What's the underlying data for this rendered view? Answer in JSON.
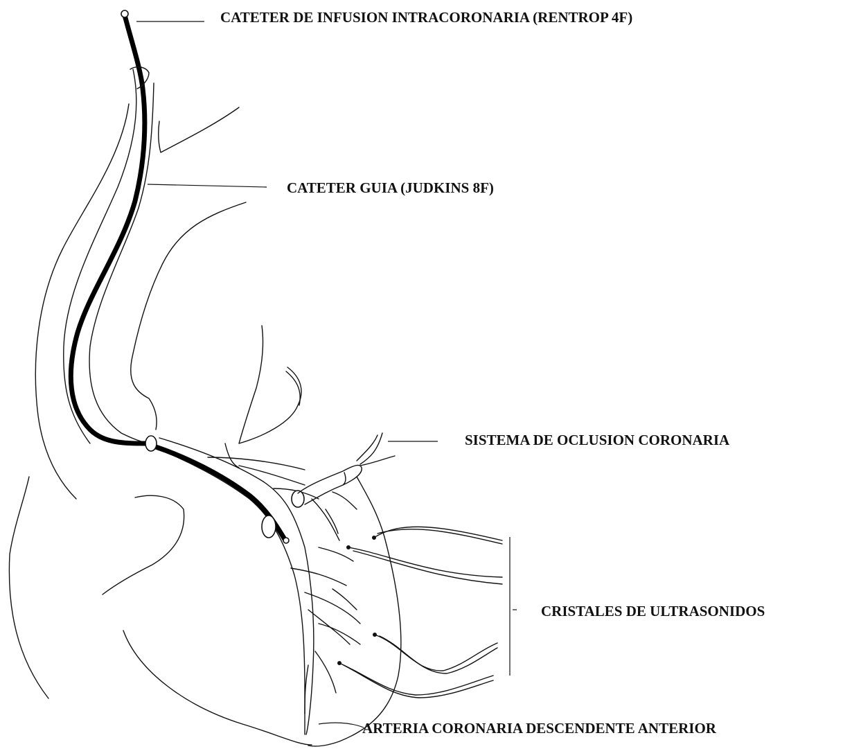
{
  "labels": {
    "infusion_catheter": "CATETER DE INFUSION INTRACORONARIA (RENTROP 4F)",
    "guide_catheter": "CATETER GUIA (JUDKINS 8F)",
    "occlusion_system": "SISTEMA DE OCLUSION CORONARIA",
    "ultrasound_crystals": "CRISTALES DE ULTRASONIDOS",
    "lad_artery": "ARTERIA CORONARIA DESCENDENTE ANTERIOR"
  },
  "colors": {
    "ink": "#111111",
    "background": "#ffffff"
  }
}
